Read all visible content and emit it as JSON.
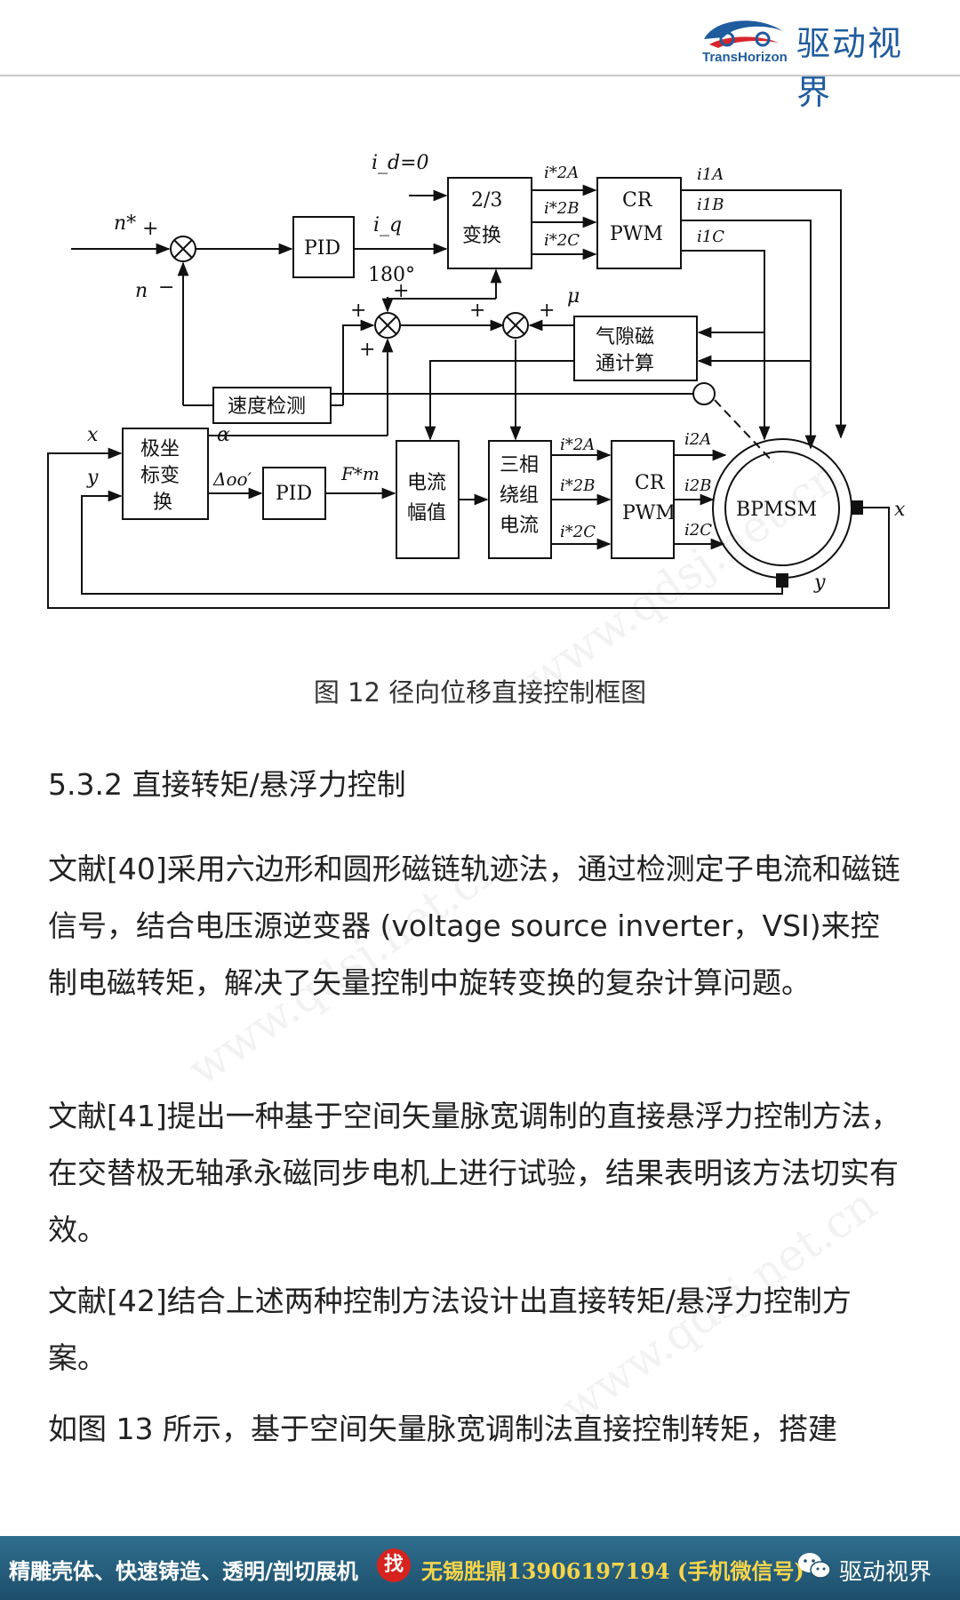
{
  "header": {
    "brand_name": "驱动视界",
    "brand_sub": "TransHorizon"
  },
  "figure": {
    "caption": "图 12 径向位移直接控制框图",
    "labels": {
      "n_ref": "n*",
      "plus": "+",
      "minus": "−",
      "n_fb": "n",
      "id_eq": "i_d=0",
      "iq": "i_q",
      "pid1": "PID",
      "pid2": "PID",
      "t23_l1": "2/3",
      "t23_l2": "变换",
      "crpwm1_l1": "CR",
      "crpwm1_l2": "PWM",
      "crpwm2_l1": "CR",
      "crpwm2_l2": "PWM",
      "i2a_ref": "i*2A",
      "i2b_ref": "i*2B",
      "i2c_ref": "i*2C",
      "i1a": "i1A",
      "i1b": "i1B",
      "i1c": "i1C",
      "deg180": "180°",
      "mu": "μ",
      "airgap_l1": "气隙磁",
      "airgap_l2": "通计算",
      "speed_det": "速度检测",
      "alpha": "α",
      "x": "x",
      "y": "y",
      "polar_l1": "极坐",
      "polar_l2": "标变",
      "polar_l3": "换",
      "doo": "Δoo′",
      "fm": "F*m",
      "amp_l1": "电流",
      "amp_l2": "幅值",
      "three_l1": "三相",
      "three_l2": "绕组",
      "three_l3": "电流",
      "i2a_out": "i2A",
      "i2b_out": "i2B",
      "i2c_out": "i2C",
      "motor": "BPMSM",
      "x_out": "x",
      "y_out": "y"
    }
  },
  "section": {
    "heading": "5.3.2 直接转矩/悬浮力控制"
  },
  "paragraphs": [
    "文献[40]采用六边形和圆形磁链轨迹法，通过检测定子电流和磁链信号，结合电压源逆变器 (voltage source inverter，VSI)来控制电磁转矩，解决了矢量控制中旋转变换的复杂计算问题。",
    "文献[41]提出一种基于空间矢量脉宽调制的直接悬浮力控制方法，在交替极无轴承永磁同步电机上进行试验，结果表明该方法切实有效。",
    "文献[42]结合上述两种控制方法设计出直接转矩/悬浮力控制方案。",
    "如图 13 所示，基于空间矢量脉宽调制法直接控制转矩，搭建"
  ],
  "watermark": "www.qdsj.net.cn",
  "footer": {
    "ad_text": "精雕壳体、快速铸造、透明/剖切展机",
    "badge": "找",
    "contact": "无锡胜鼎13906197194 (手机微信号)",
    "account": "驱动视界"
  }
}
